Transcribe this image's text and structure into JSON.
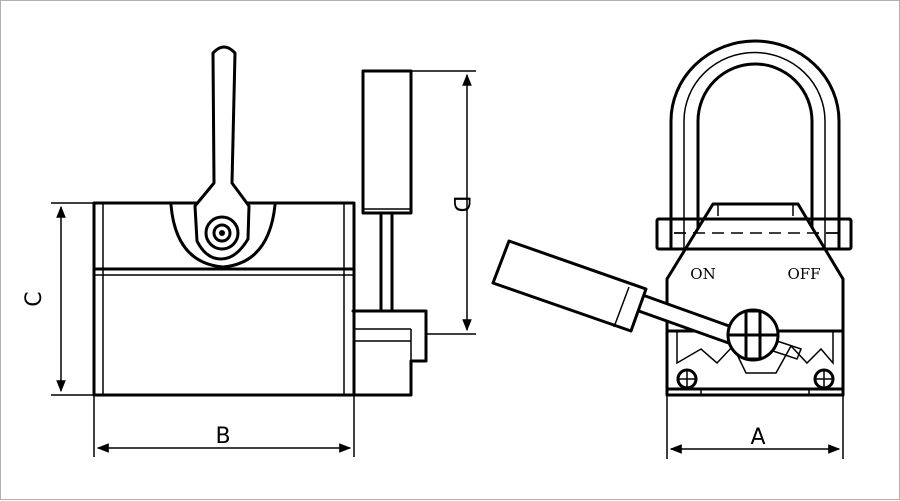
{
  "dimensions": {
    "a": "A",
    "b": "B",
    "c": "C",
    "d": "D"
  },
  "switch": {
    "on": "ON",
    "off": "OFF"
  }
}
